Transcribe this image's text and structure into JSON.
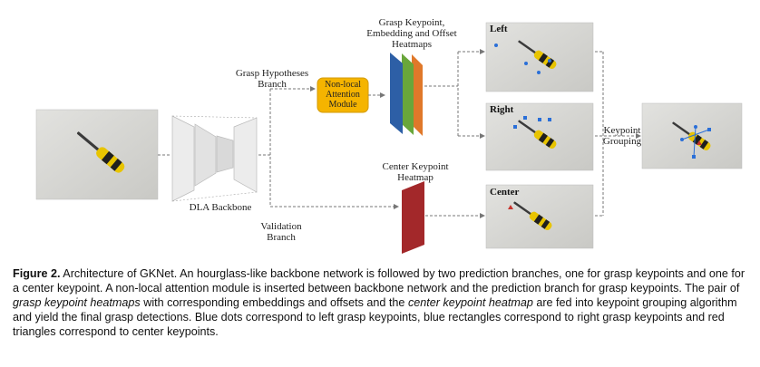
{
  "labels": {
    "grasp_heatmaps": [
      "Grasp Keypoint,",
      "Embedding and Offset",
      "Heatmaps"
    ],
    "grasp_branch": [
      "Grasp Hypotheses",
      "Branch"
    ],
    "attention": [
      "Non-local",
      "Attention",
      "Module"
    ],
    "backbone": "DLA Backbone",
    "center_heatmap": [
      "Center Keypoint",
      "Heatmap"
    ],
    "validation_branch": [
      "Validation",
      "Branch"
    ],
    "grouping": [
      "Keypoint",
      "Grouping"
    ],
    "left": "Left",
    "right": "Right",
    "center": "Center"
  },
  "caption": {
    "fig_label": "Figure 2.",
    "t1": " Architecture of GKNet. An hourglass-like backbone network is followed by two prediction branches, one for grasp keypoints and one for a center keypoint. A non-local attention module is inserted between backbone network and the prediction branch for grasp keypoints. The pair of ",
    "em1": "grasp keypoint heatmaps",
    "t2": " with corresponding embeddings and offsets and the ",
    "em2": "center keypoint heatmap",
    "t3": " are fed into keypoint grouping algorithm and yield the final grasp detections. Blue dots correspond to left grasp keypoints, blue rectangles correspond to right grasp keypoints and red triangles correspond to center keypoints."
  },
  "colors": {
    "heatmap_blue": "#2d5fa6",
    "heatmap_green": "#69a63a",
    "heatmap_orange": "#e0782a",
    "heatmap_red": "#a3282a",
    "attention_fill": "#f5b400",
    "keypoint_blue": "#2a6fd8"
  }
}
